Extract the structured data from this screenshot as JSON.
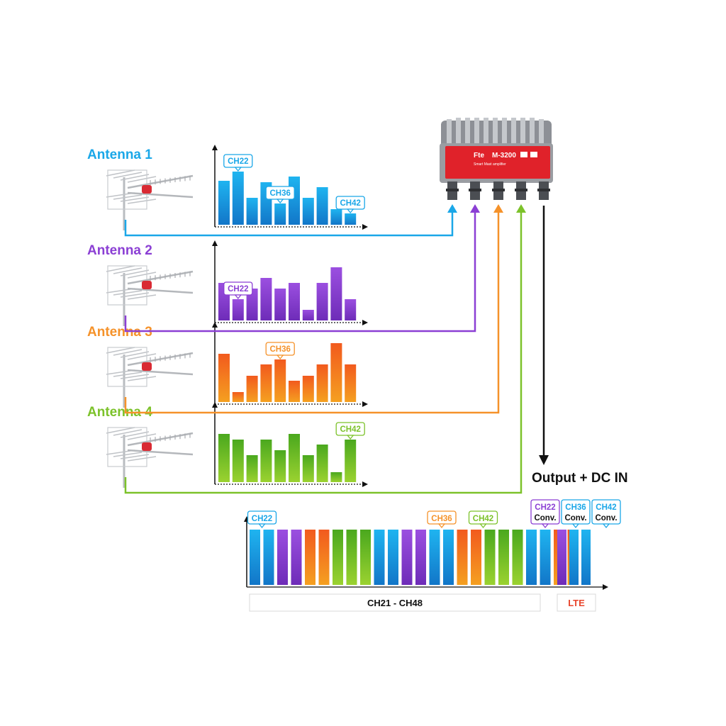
{
  "amplifier": {
    "brand": "Fte",
    "model": "M-3200",
    "subtitle": "Smart Mast amplifier"
  },
  "output_label": "Output + DC IN",
  "colors": {
    "antenna1": "#1aa7e8",
    "antenna2": "#8b3fd4",
    "antenna3": "#f5922a",
    "antenna4": "#7cc22a",
    "lte": "#e8452c"
  },
  "antennas": [
    {
      "label": "Antenna 1",
      "color_top": "#1fb4f0",
      "color_bottom": "#1276c8",
      "label_color": "#1aa7e8",
      "bars": [
        0.62,
        0.75,
        0.38,
        0.6,
        0.3,
        0.68,
        0.38,
        0.53,
        0.22,
        0.16
      ],
      "tags": [
        {
          "text": "CH22",
          "bar": 1
        },
        {
          "text": "CH36",
          "bar": 4
        },
        {
          "text": "CH42",
          "bar": 9
        }
      ]
    },
    {
      "label": "Antenna 2",
      "color_top": "#9b4fe0",
      "color_bottom": "#6e2cb8",
      "label_color": "#8b3fd4",
      "bars": [
        0.53,
        0.3,
        0.45,
        0.6,
        0.45,
        0.53,
        0.15,
        0.53,
        0.75,
        0.3
      ],
      "tags": [
        {
          "text": "CH22",
          "bar": 1
        }
      ]
    },
    {
      "label": "Antenna 3",
      "color_top": "#f25a1e",
      "color_bottom": "#f5a020",
      "label_color": "#f5922a",
      "bars": [
        0.68,
        0.14,
        0.37,
        0.53,
        0.6,
        0.3,
        0.37,
        0.53,
        0.83,
        0.53
      ],
      "tags": [
        {
          "text": "CH36",
          "bar": 4
        }
      ]
    },
    {
      "label": "Antenna 4",
      "color_top": "#4aa81e",
      "color_bottom": "#9bd230",
      "label_color": "#7cc22a",
      "bars": [
        0.68,
        0.6,
        0.38,
        0.6,
        0.45,
        0.68,
        0.38,
        0.53,
        0.14,
        0.6
      ],
      "tags": [
        {
          "text": "CH42",
          "bar": 9
        }
      ]
    }
  ],
  "combined": {
    "bars": [
      1,
      1,
      2,
      2,
      3,
      3,
      4,
      4,
      4,
      1,
      1,
      2,
      2,
      1,
      1,
      3,
      3,
      4,
      4,
      4,
      1,
      1,
      3,
      3
    ],
    "lte_bars": [
      2,
      1,
      1
    ],
    "top_tags": [
      {
        "text": "CH22",
        "bar": 0,
        "antenna": 1
      },
      {
        "text": "CH36",
        "bar": 13,
        "antenna": 3
      },
      {
        "text": "CH42",
        "bar": 16,
        "antenna": 4
      }
    ],
    "conv_tags": [
      {
        "text": "CH22",
        "sub": "Conv.",
        "antenna": 2
      },
      {
        "text": "CH36",
        "sub": "Conv.",
        "antenna": 1
      },
      {
        "text": "CH42",
        "sub": "Conv.",
        "antenna": 1
      }
    ],
    "range_label": "CH21 - CH48",
    "lte_label": "LTE"
  }
}
